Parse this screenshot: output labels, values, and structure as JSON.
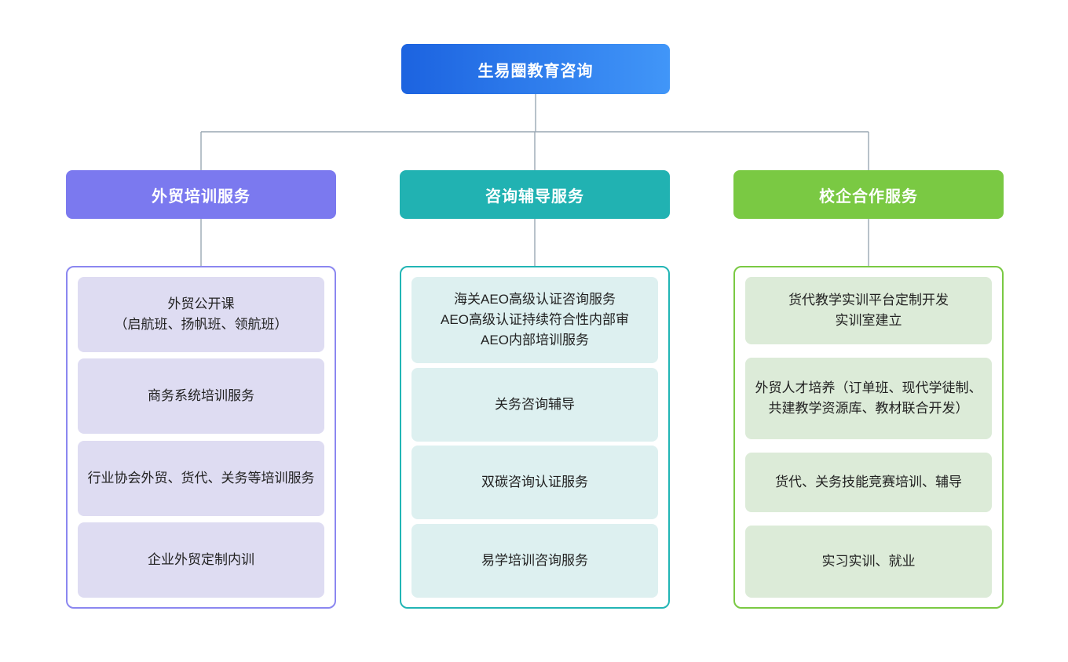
{
  "diagram": {
    "type": "organizational-tree",
    "root": {
      "label": "生易圈教育咨询",
      "gradient_from": "#1c63e0",
      "gradient_to": "#4196f8"
    },
    "connector_color": "#9aa7b4",
    "branches": [
      {
        "label": "外贸培训服务",
        "header_color": "#7b79ef",
        "box_border_color": "#8b87f0",
        "item_fill": "#dedcf2",
        "items": [
          "外贸公开课\n（启航班、扬帆班、领航班）",
          "商务系统培训服务",
          "行业协会外贸、货代、关务等培训服务",
          "企业外贸定制内训"
        ]
      },
      {
        "label": "咨询辅导服务",
        "header_color": "#21b2b2",
        "box_border_color": "#22b5b5",
        "item_fill": "#ddf0f0",
        "items": [
          "海关AEO高级认证咨询服务\nAEO高级认证持续符合性内部审\nAEO内部培训服务",
          "关务咨询辅导",
          "双碳咨询认证服务",
          "易学培训咨询服务"
        ]
      },
      {
        "label": "校企合作服务",
        "header_color": "#7ac943",
        "box_border_color": "#7ac943",
        "item_fill": "#dcebd8",
        "items": [
          "货代教学实训平台定制开发\n实训室建立",
          "外贸人才培养（订单班、现代学徒制、共建教学资源库、教材联合开发）",
          "货代、关务技能竞赛培训、辅导",
          "实习实训、就业"
        ]
      }
    ]
  }
}
